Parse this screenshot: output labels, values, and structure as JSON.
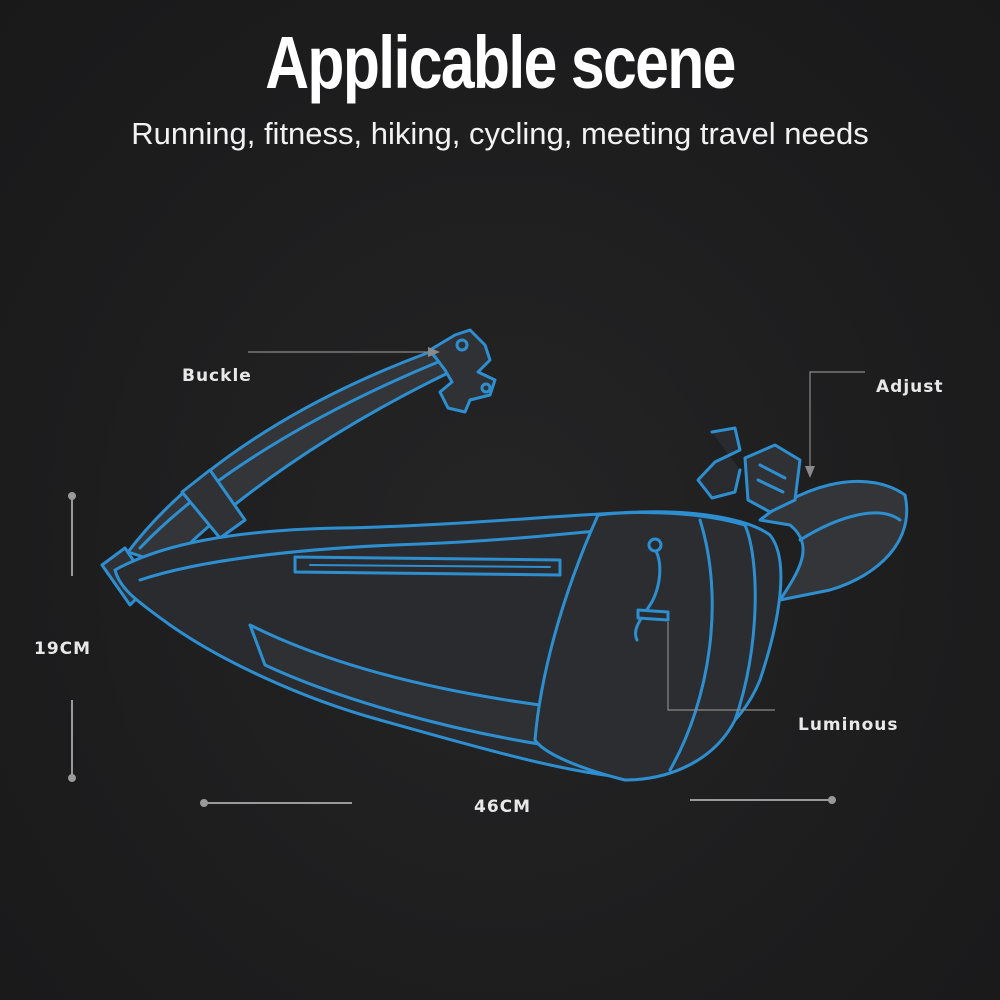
{
  "header": {
    "title": "Applicable scene",
    "subtitle": "Running, fitness, hiking, cycling, meeting travel needs"
  },
  "callouts": {
    "buckle": "Buckle",
    "adjust": "Adjust",
    "luminous": "Luminous"
  },
  "dimensions": {
    "height": "19CM",
    "width": "46CM"
  },
  "colors": {
    "outline": "#2e8fd0",
    "bag_fill": "#2a2b2e",
    "strap_fill": "#333538",
    "leader_line": "#8a8a8a",
    "text": "#ffffff"
  }
}
